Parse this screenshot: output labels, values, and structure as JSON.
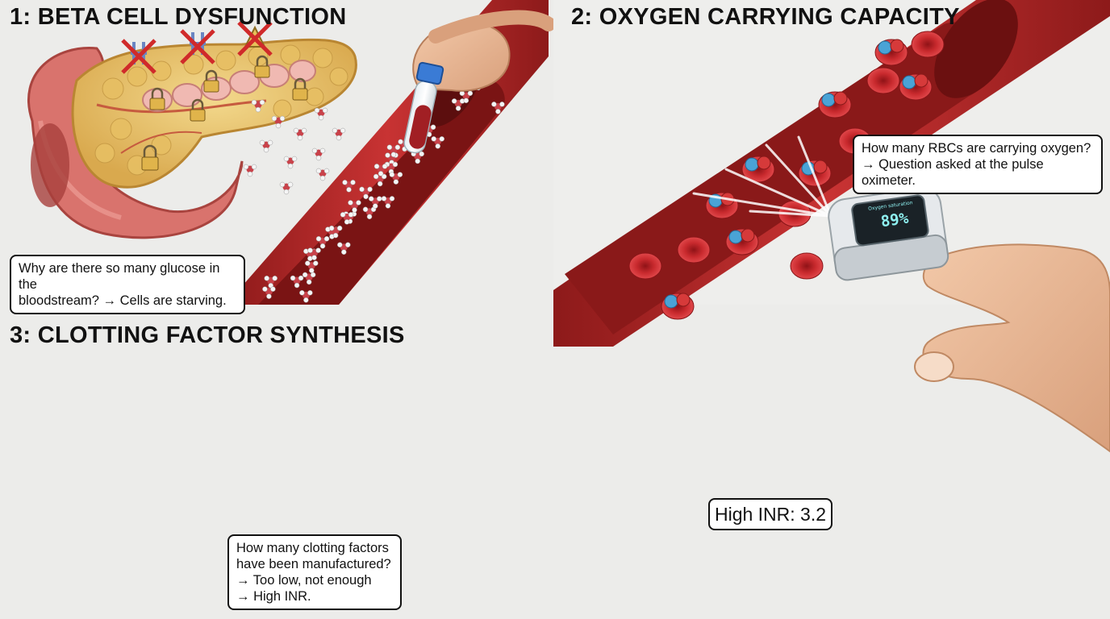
{
  "panels": [
    {
      "title": "1: BETA CELL DYSFUNCTION",
      "callout": [
        "Why are there so many glucose in the",
        "bloodstream? → Cells are starving."
      ]
    },
    {
      "title": "2: OXYGEN CARRYING CAPACITY",
      "callout": [
        "How many RBCs are carrying oxygen?",
        "→ Question asked at the pulse oximeter."
      ],
      "oximeter": {
        "screen_label": "Oxygen saturation",
        "reading": "89%"
      }
    },
    {
      "title": "3: CLOTTING FACTOR SYNTHESIS",
      "callout": [
        "How many clotting factors",
        "have been manufactured?",
        "→ Too low, not enough",
        "→ High INR."
      ],
      "lab_result": "High INR: 3.2"
    }
  ],
  "colors": {
    "background": "#ececea",
    "vessel": "#b92a2a",
    "vessel_lumen": "#7e1616",
    "rbc": "#c8262a",
    "oxygen": "#4aa3d6",
    "clotting_factor": "#8a5cc9",
    "pancreas": "#e8c46a",
    "liver": "#8e3b34",
    "divider": "#0d0d0d"
  }
}
